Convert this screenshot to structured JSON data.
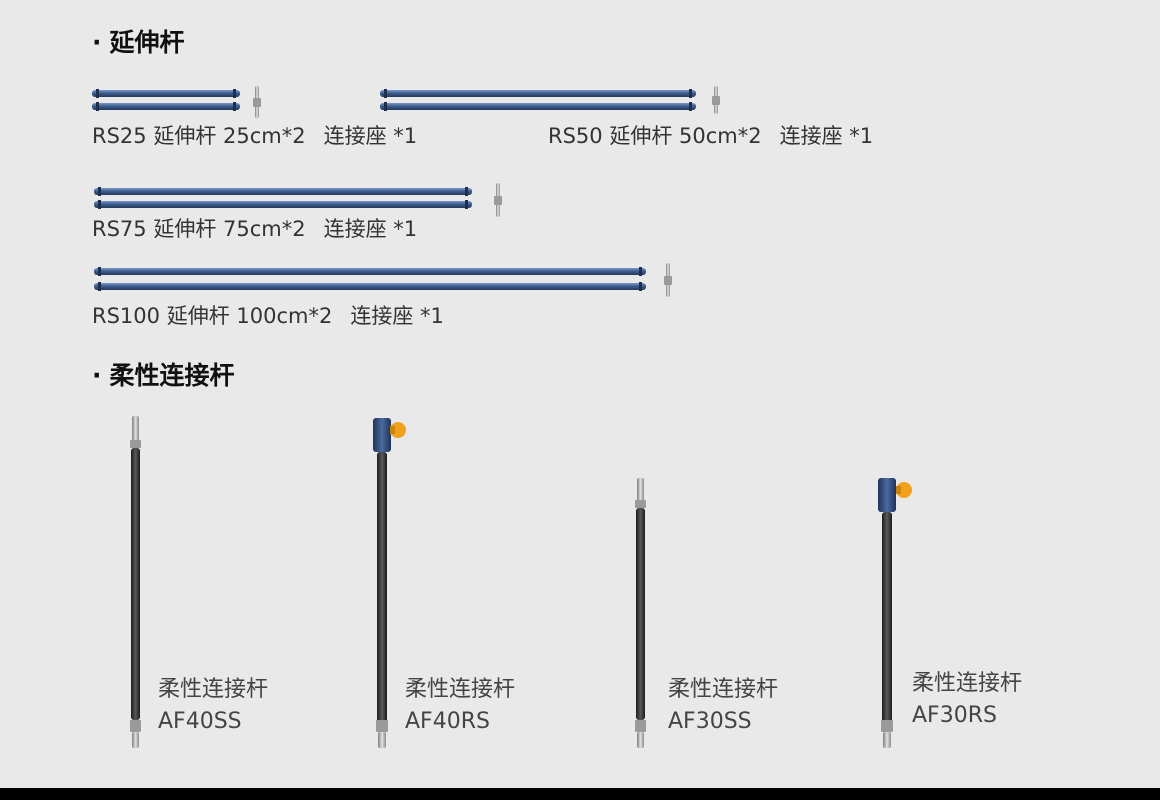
{
  "sections": {
    "extension_rods": {
      "bullet": "·",
      "title": "延伸杆",
      "items": [
        {
          "model": "RS25",
          "desc": "延伸杆 25cm*2",
          "connector": "连接座 *1",
          "rod_length_cm": 25
        },
        {
          "model": "RS50",
          "desc": "延伸杆 50cm*2",
          "connector": "连接座 *1",
          "rod_length_cm": 50
        },
        {
          "model": "RS75",
          "desc": "延伸杆 75cm*2",
          "connector": "连接座 *1",
          "rod_length_cm": 75
        },
        {
          "model": "RS100",
          "desc": "延伸杆 100cm*2",
          "connector": "连接座 *1",
          "rod_length_cm": 100
        }
      ]
    },
    "flexible_rods": {
      "bullet": "·",
      "title": "柔性连接杆",
      "items": [
        {
          "name": "柔性连接杆",
          "model": "AF40SS",
          "top_end": "spigot"
        },
        {
          "name": "柔性连接杆",
          "model": "AF40RS",
          "top_end": "clamp-knob"
        },
        {
          "name": "柔性连接杆",
          "model": "AF30SS",
          "top_end": "spigot"
        },
        {
          "name": "柔性连接杆",
          "model": "AF30RS",
          "top_end": "clamp-knob"
        }
      ]
    }
  },
  "colors": {
    "background": "#e9e9e9",
    "rod_blue": "#3c5d8e",
    "rod_blue_dark": "#2b466f",
    "rod_highlight": "#7c9acb",
    "metal": "#b8b8b8",
    "metal_dark": "#7d7d7d",
    "gooseneck": "#2e2e2e",
    "knob_orange": "#f1a11b",
    "clamp_blue": "#2f4a78",
    "footer": "#000000"
  }
}
